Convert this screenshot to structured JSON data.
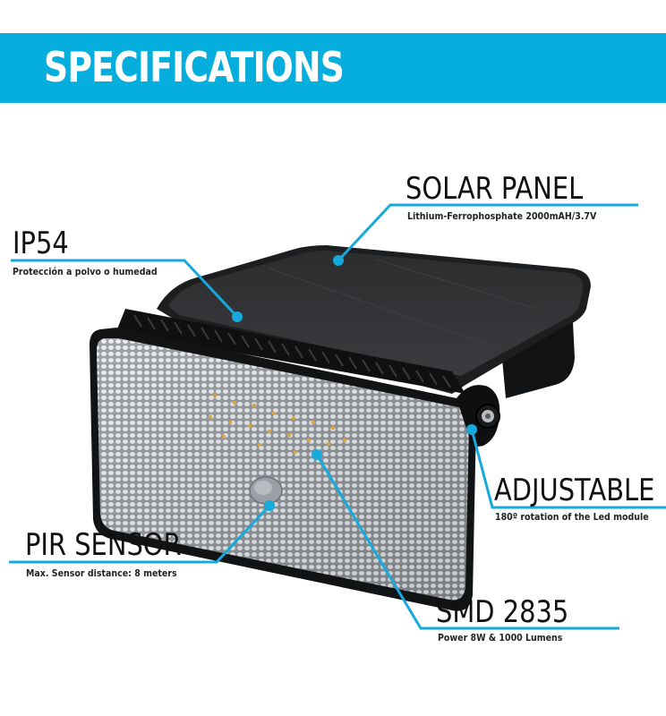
{
  "header": {
    "title": "SPECIFICATIONS",
    "background_color": "#06aedd",
    "text_color": "#ffffff"
  },
  "accent_color": "#16a9dc",
  "callouts": [
    {
      "id": "solar-panel",
      "title": "SOLAR PANEL",
      "subtitle": "Lithium-Ferrophosphate 2000mAH/3.7V"
    },
    {
      "id": "ip54",
      "title": "IP54",
      "subtitle": "Protección a polvo o humedad"
    },
    {
      "id": "adjustable",
      "title": "ADJUSTABLE",
      "subtitle": "180º rotation of the Led module"
    },
    {
      "id": "pir-sensor",
      "title": "PIR SENSOR",
      "subtitle": "Max. Sensor distance: 8 meters"
    },
    {
      "id": "smd",
      "title": "SMD 2835",
      "subtitle": "Power 8W & 1000 Lumens"
    }
  ]
}
